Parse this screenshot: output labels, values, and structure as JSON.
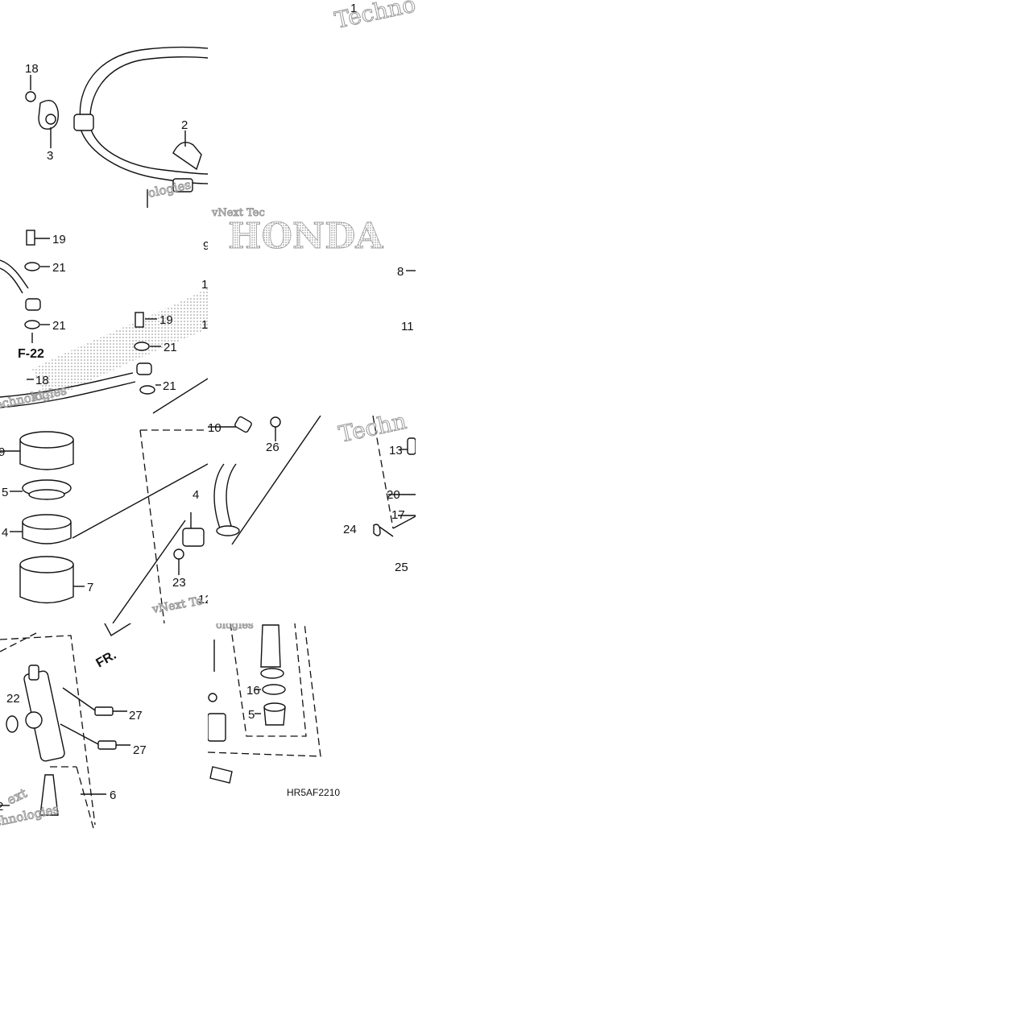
{
  "diagram": {
    "drawing_code": "HR5AF2210",
    "direction_label": "FR.",
    "reference_label": "F-22",
    "brand_watermark": "HONDA",
    "watermarks": [
      "Techno",
      "vNext Tec",
      "ologies",
      "xt",
      "echnologies",
      "Techn",
      "vNext Te",
      "ologies",
      "vNext",
      "ext",
      "chnologies"
    ],
    "callouts": {
      "c1": "1",
      "c2": "2",
      "c3": "3",
      "c4": "4",
      "c5a": "5",
      "c5b": "5",
      "c6": "6",
      "c7": "7",
      "c8": "8",
      "c9": "9",
      "c9b": "9",
      "c10": "10",
      "c11": "11",
      "c12": "12",
      "c1b": "1",
      "c1c": "1",
      "c13": "13",
      "c14": "4",
      "c16": "16",
      "c17": "17",
      "c18a": "18",
      "c18b": "18",
      "c19a": "19",
      "c19b": "19",
      "c20": "20",
      "c21a": "21",
      "c21b": "21",
      "c21c": "21",
      "c21d": "21",
      "c22": "22",
      "c2b": "2",
      "c23": "23",
      "c24": "24",
      "c25": "25",
      "c26": "26",
      "c27a": "27",
      "c27b": "27"
    }
  }
}
